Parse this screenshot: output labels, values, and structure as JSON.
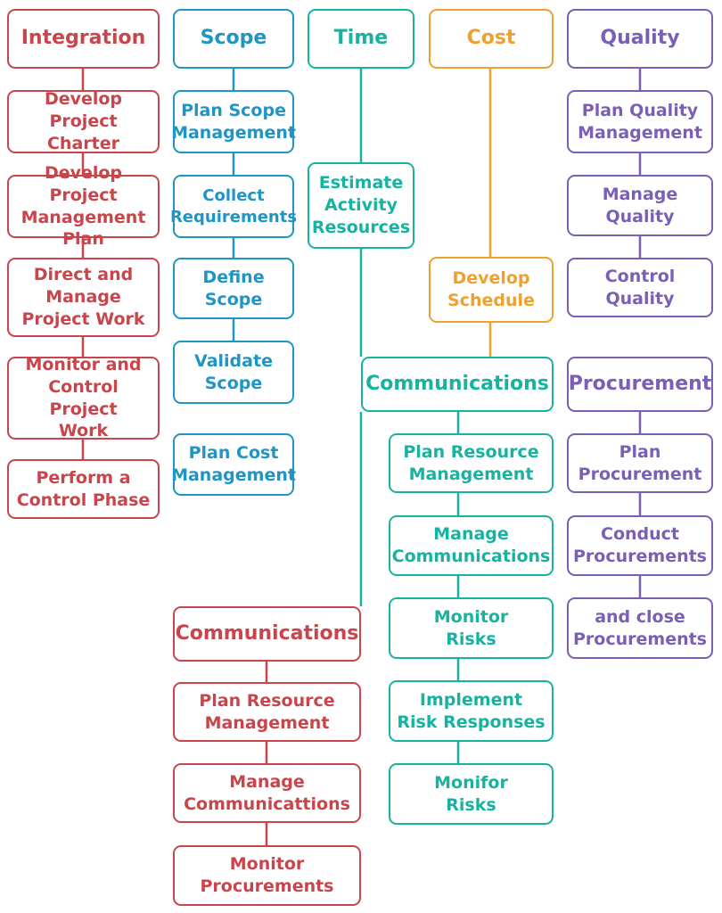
{
  "colors": {
    "integration": "#c8454b",
    "scope": "#1e95c4",
    "time": "#17b3a0",
    "cost": "#eea12e",
    "quality": "#7a5fb5"
  },
  "integration": {
    "header": "Integration",
    "items": [
      "Develop\nProject Charter",
      "Develop Project\nManagement Plan",
      "Direct and\nManage\nProject Work",
      "Monitor and\nControl Project\nWork",
      "Perform a\nControl Phase"
    ]
  },
  "scope": {
    "header": "Scope",
    "items": [
      "Plan Scope\nManagement",
      "Collect\nRequirements",
      "Define\nScope",
      "Validate\nScope",
      "Plan Cost\nManagement"
    ]
  },
  "time": {
    "header": "Time",
    "items": [
      "Estimate\nActivity\nResources"
    ]
  },
  "cost": {
    "header": "Cost",
    "items": [
      "Develop\nSchedule"
    ]
  },
  "quality": {
    "header": "Quality",
    "items": [
      "Plan Quality\nManagement",
      "Manage Quality",
      "Control Quality"
    ]
  },
  "communications_teal": {
    "header": "Communications",
    "items": [
      "Plan Resource\nManagement",
      "Manage\nCommunications",
      "Monitor\nRisks",
      "Implement\nRisk Responses",
      "Monifor\nRisks"
    ]
  },
  "procurement": {
    "header": "Procurement",
    "items": [
      "Plan\nProcurement",
      "Conduct\nProcurements",
      "and close\nProcurements"
    ]
  },
  "communications_red": {
    "header": "Communications",
    "items": [
      "Plan Resource\nManagement",
      "Manage\nCommunicattions",
      "Monitor\nProcurements"
    ]
  }
}
